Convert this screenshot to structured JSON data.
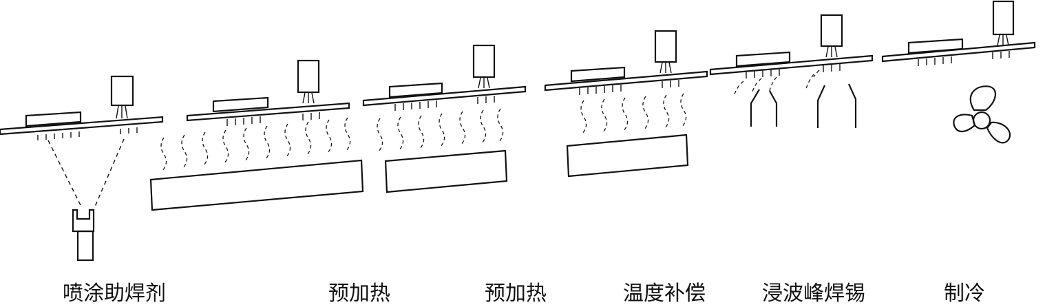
{
  "stages": [
    {
      "id": "flux",
      "label": "喷涂助焊剂"
    },
    {
      "id": "preheat1",
      "label": "预加热"
    },
    {
      "id": "preheat2",
      "label": "预加热"
    },
    {
      "id": "temp-comp",
      "label": "温度补偿"
    },
    {
      "id": "wave-solder",
      "label": "浸波峰焊锡"
    },
    {
      "id": "cooling",
      "label": "制冷"
    }
  ]
}
